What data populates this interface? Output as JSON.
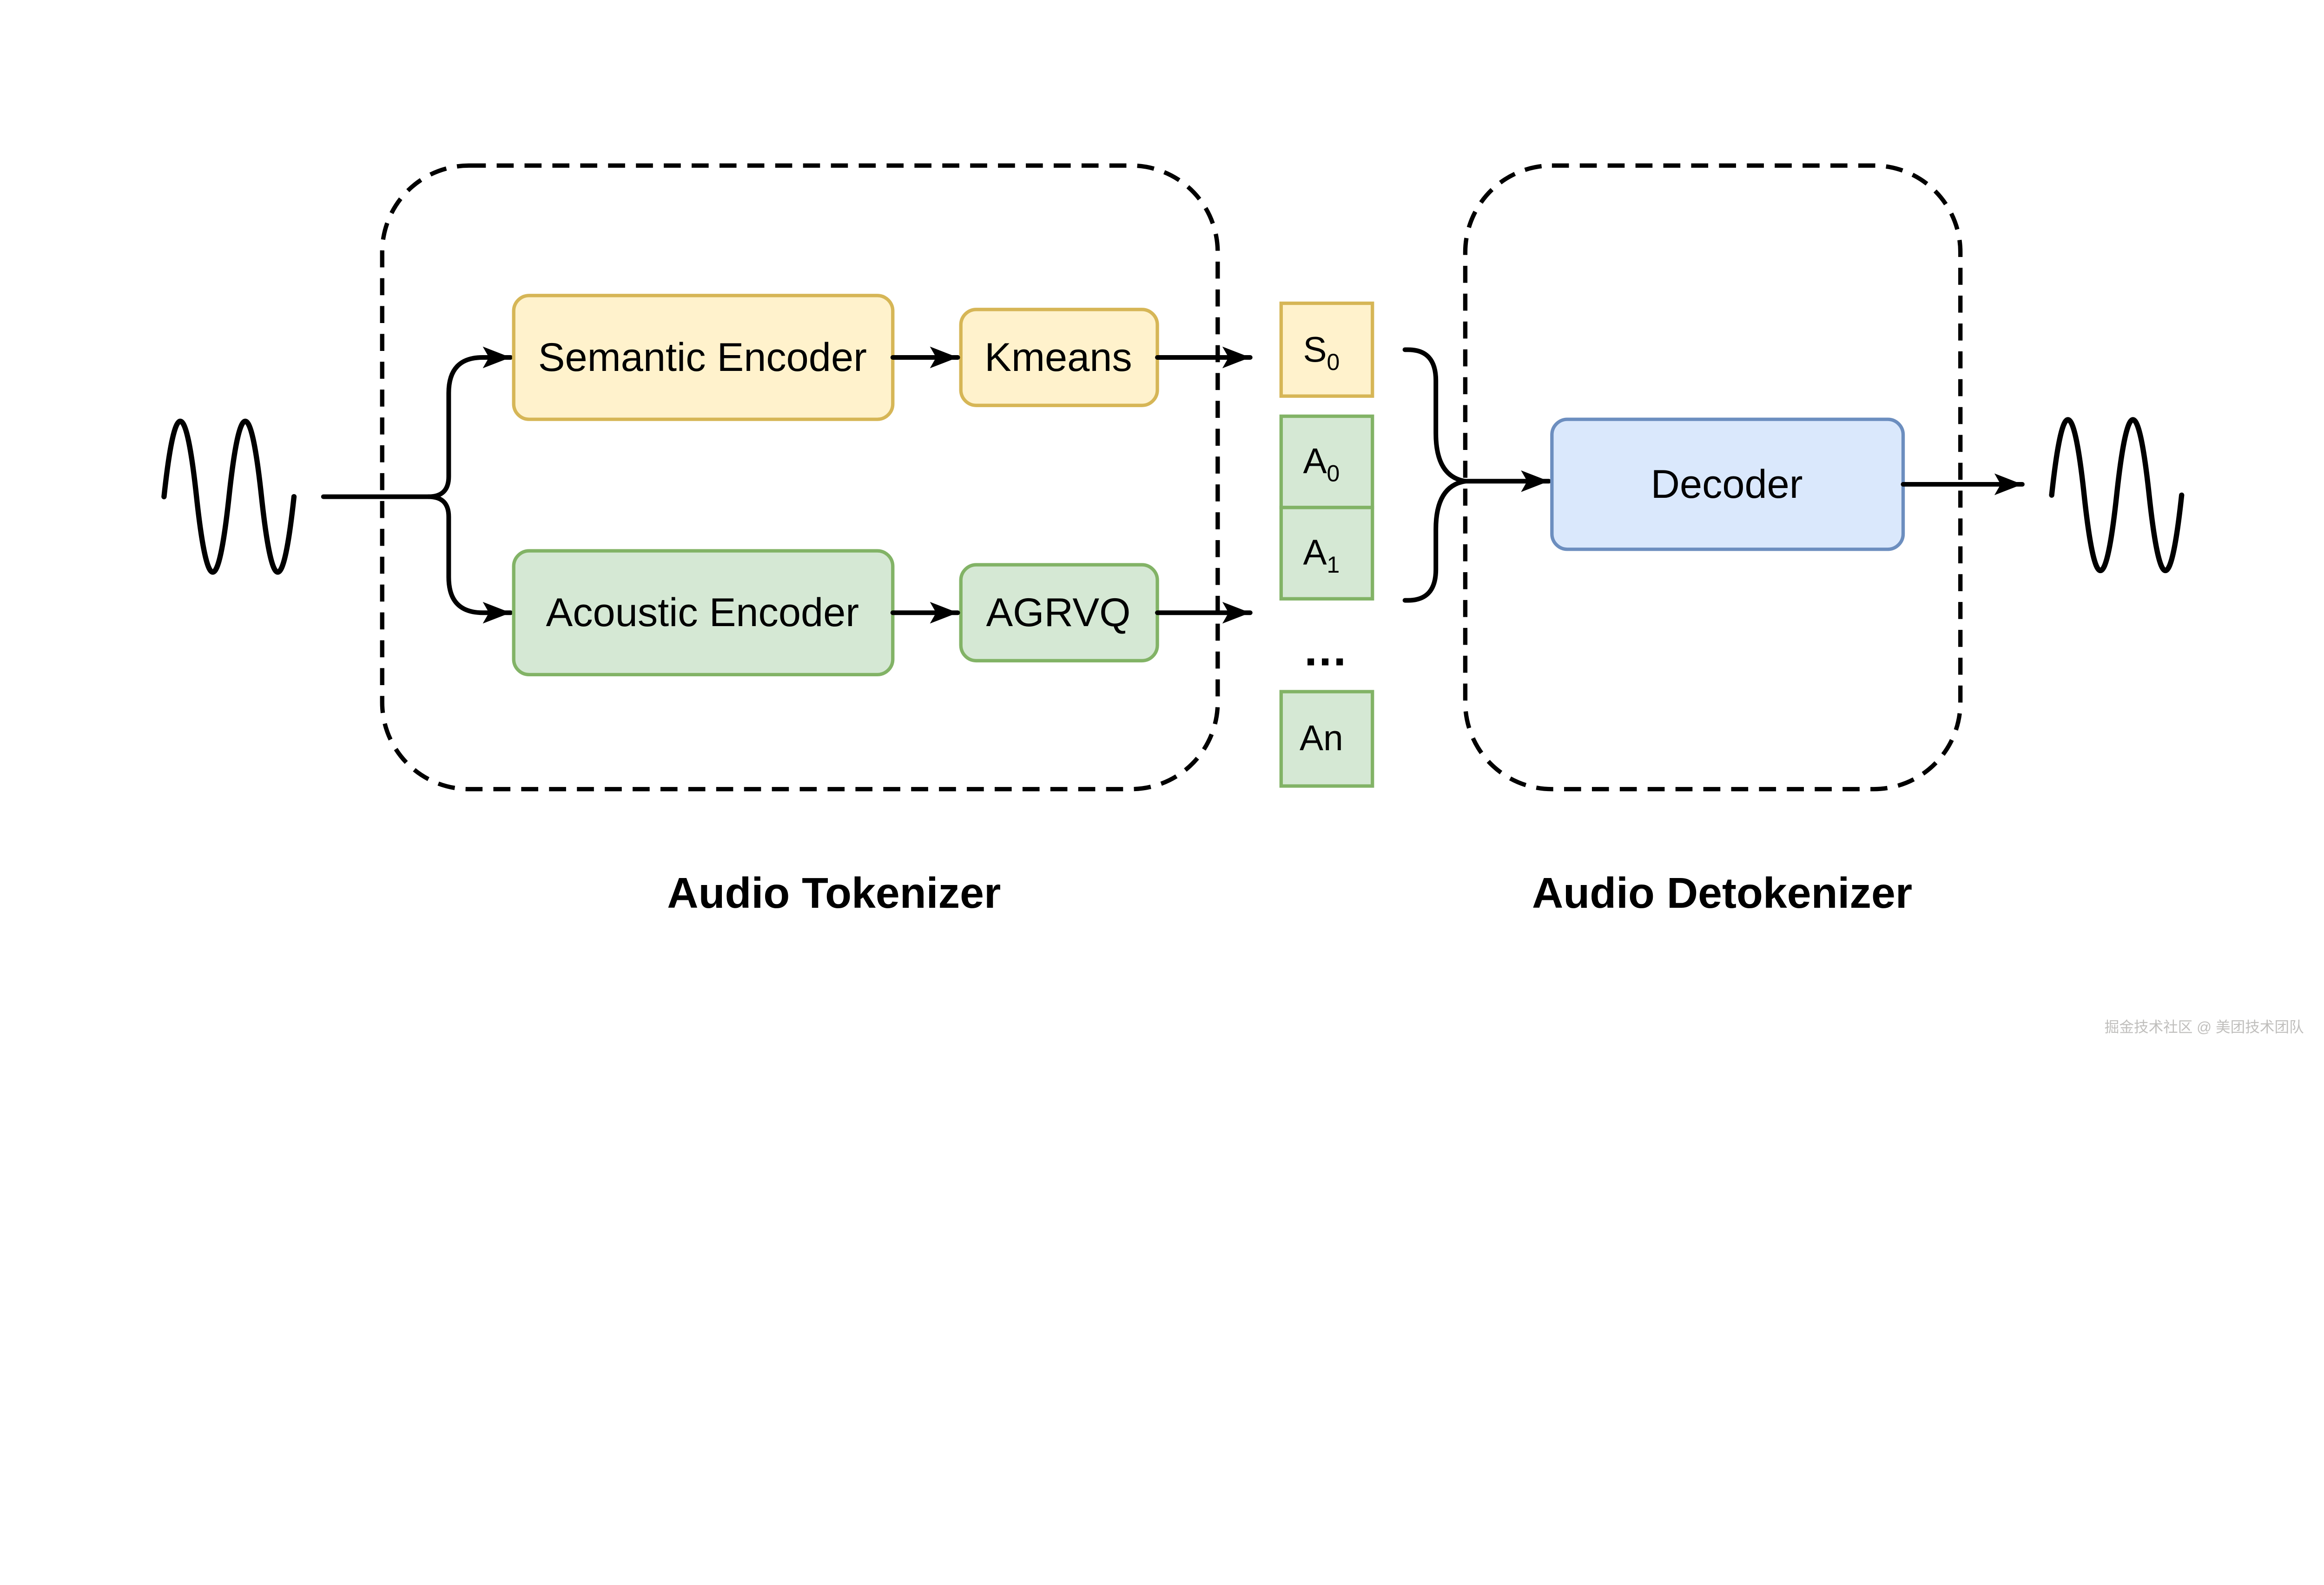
{
  "tokenizer": {
    "label": "Audio Tokenizer",
    "semantic_encoder_label": "Semantic Encoder",
    "kmeans_label": "Kmeans",
    "acoustic_encoder_label": "Acoustic Encoder",
    "agrvq_label": "AGRVQ"
  },
  "detokenizer": {
    "label": "Audio Detokenizer",
    "decoder_label": "Decoder"
  },
  "tokens": {
    "s0": {
      "base": "S",
      "sub": "0"
    },
    "a0": {
      "base": "A",
      "sub": "0"
    },
    "a1": {
      "base": "A",
      "sub": "1"
    },
    "ellipsis": "...",
    "an": {
      "base": "A",
      "sub": "n"
    }
  },
  "watermark": "掘金技术社区 @ 美团技术团队",
  "colors": {
    "yellow_fill": "#FFF2CC",
    "yellow_border": "#D6B656",
    "green_fill": "#D5E8D4",
    "green_border": "#82B366",
    "blue_fill": "#DAE8FC",
    "blue_border": "#6C8EBF",
    "line": "#000000",
    "watermark_color": "#C0BFBD",
    "background": "#FFFFFF"
  }
}
